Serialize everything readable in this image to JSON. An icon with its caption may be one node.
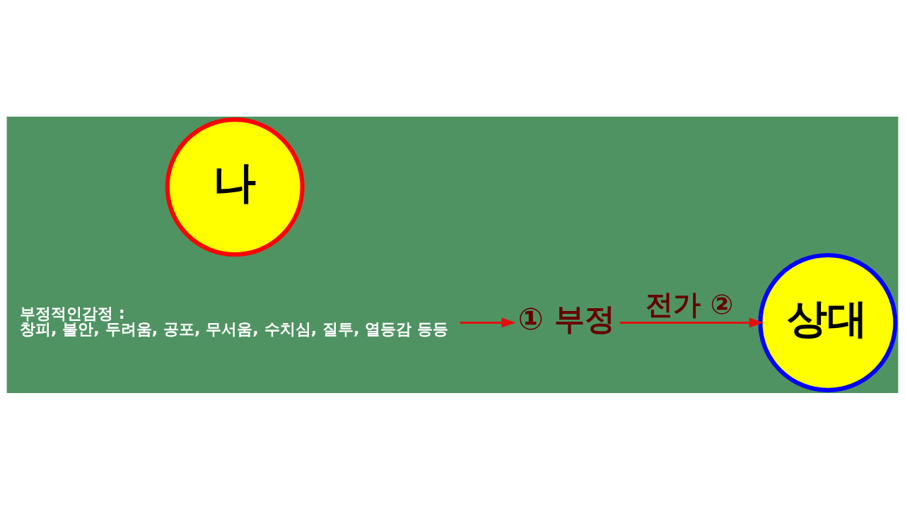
{
  "diagram": {
    "nodes": [
      {
        "text": [
          "나"
        ]
      },
      {
        "text": [
          "① 부정"
        ]
      },
      {
        "text": [
          "상대"
        ]
      },
      {
        "text": [
          "부정적인감정 :",
          "창피, 불안, 두려움, 공포, 무서움, 수치심, 질투, 열등감 등등"
        ]
      }
    ],
    "edges": [
      {
        "from": 3,
        "to": 1,
        "arrow": "to"
      },
      {
        "from": 1,
        "to": 2,
        "arrow": "to",
        "label": "전가 ②"
      }
    ]
  }
}
